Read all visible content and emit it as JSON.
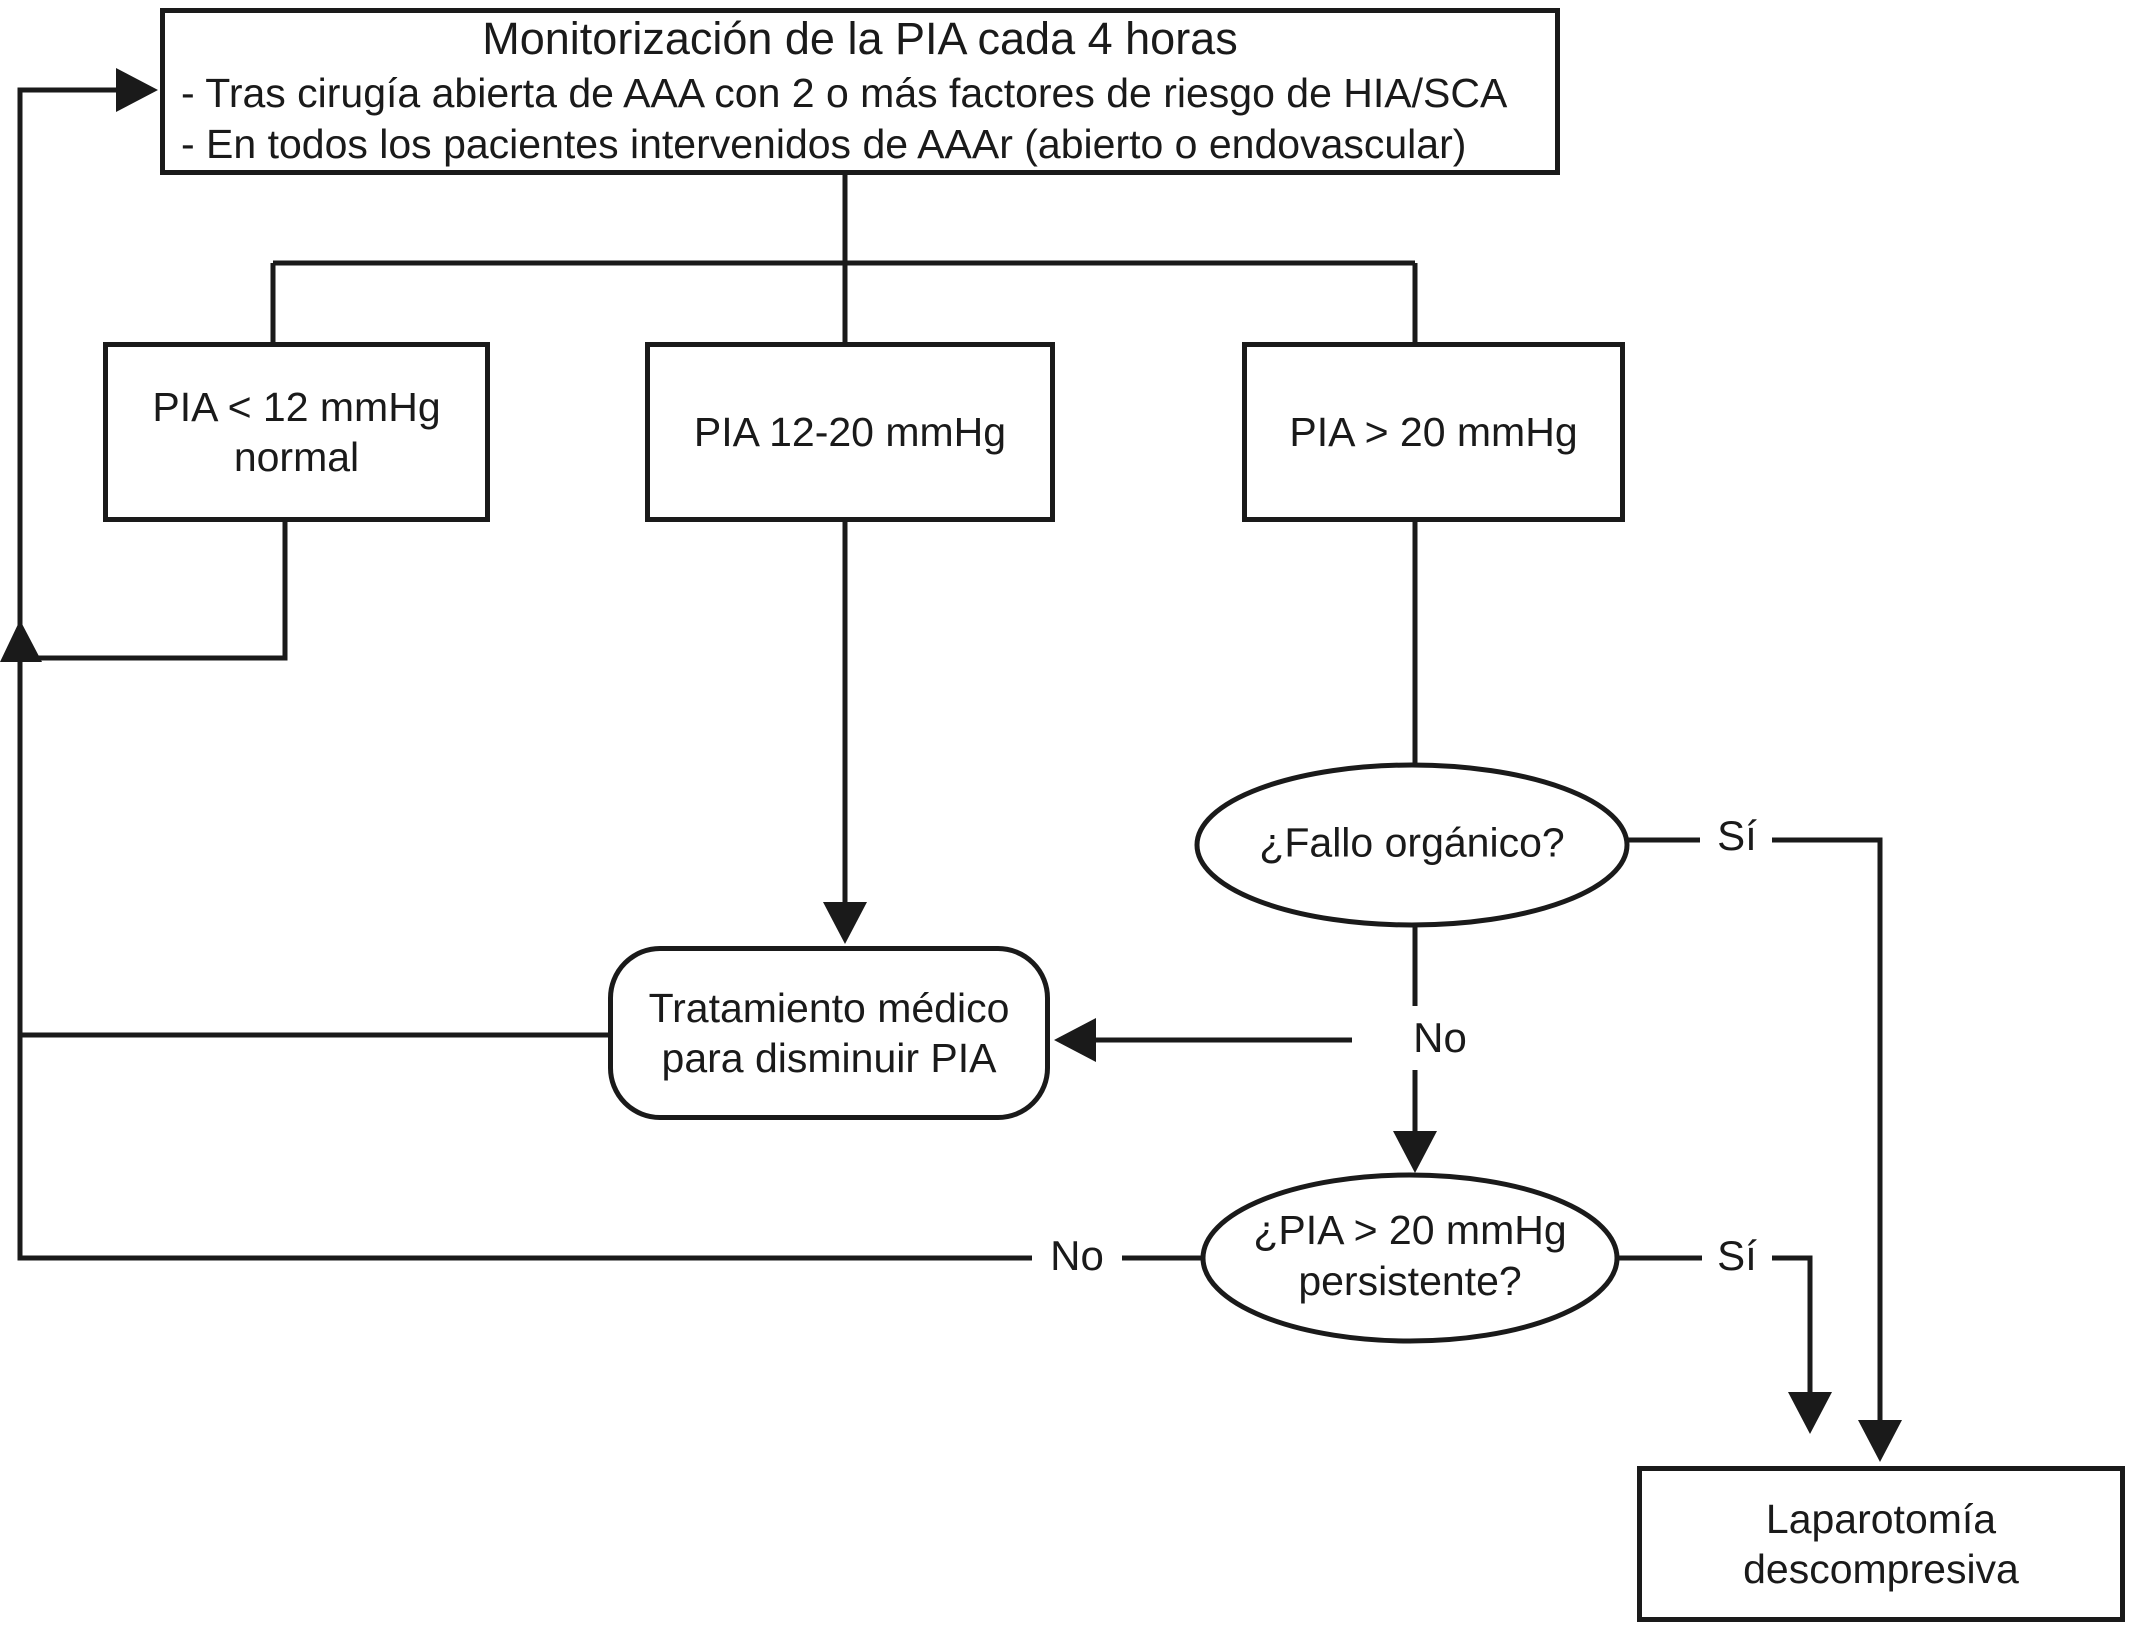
{
  "diagram": {
    "background": "#ffffff",
    "ink": "#1a1a1a",
    "title_box": {
      "title": "Monitorización de la PIA cada 4 horas",
      "bullet_1": "- Tras cirugía abierta de AAA con 2 o más factores de riesgo de HIA/SCA",
      "bullet_2": "- En todos los pacientes intervenidos de AAAr (abierto o endovascular)"
    },
    "nodes": {
      "pia_normal_line1": "PIA < 12 mmHg",
      "pia_normal_line2": "normal",
      "pia_12_20": "PIA 12-20 mmHg",
      "pia_gt_20": "PIA > 20 mmHg",
      "fallo_organico": "¿Fallo orgánico?",
      "tratamiento_line1": "Tratamiento médico",
      "tratamiento_line2": "para disminuir PIA",
      "persistente_line1": "¿PIA > 20 mmHg",
      "persistente_line2": "persistente?",
      "laparotomia_line1": "Laparotomía",
      "laparotomia_line2": "descompresiva"
    },
    "edge_labels": {
      "fallo_si": "Sí",
      "fallo_no": "No",
      "persistente_no": "No",
      "persistente_si": "Sí"
    }
  }
}
